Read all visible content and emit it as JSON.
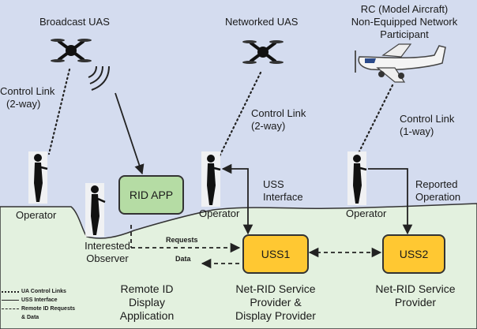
{
  "labels": {
    "broadcast_uas": "Broadcast UAS",
    "networked_uas": "Networked UAS",
    "rc_aircraft": [
      "RC (Model Aircraft)",
      "Non-Equipped Network",
      "Participant"
    ],
    "control_link_2way_left": [
      "Control Link",
      "(2-way)"
    ],
    "control_link_2way_mid": [
      "Control Link",
      "(2-way)"
    ],
    "control_link_1way": [
      "Control Link",
      "(1-way)"
    ],
    "operator": "Operator",
    "interested_observer": [
      "Interested",
      "Observer"
    ],
    "uss_interface": [
      "USS",
      "Interface"
    ],
    "reported_operation": [
      "Reported",
      "Operation"
    ],
    "requests": "Requests",
    "data": "Data",
    "remote_id_app": [
      "Remote ID",
      "Display",
      "Application"
    ],
    "net_rid_display": [
      "Net-RID Service",
      "Provider &",
      "Display Provider"
    ],
    "net_rid_provider": [
      "Net-RID Service",
      "Provider"
    ]
  },
  "boxes": {
    "rid_app": "RID APP",
    "uss1": "USS1",
    "uss2": "USS2"
  },
  "legend": [
    {
      "label": "UA Control Links",
      "style": "dotted"
    },
    {
      "label": "USS Interface",
      "style": "solid"
    },
    {
      "label": "Remote ID Requests",
      "style": "dashed"
    },
    {
      "label": "& Data",
      "style": "none"
    }
  ],
  "colors": {
    "sky": "#d4dcef",
    "ground": "#e3f1df",
    "rid_app_fill": "#b5dca4",
    "uss_fill": "#ffc832",
    "line": "#222222"
  }
}
